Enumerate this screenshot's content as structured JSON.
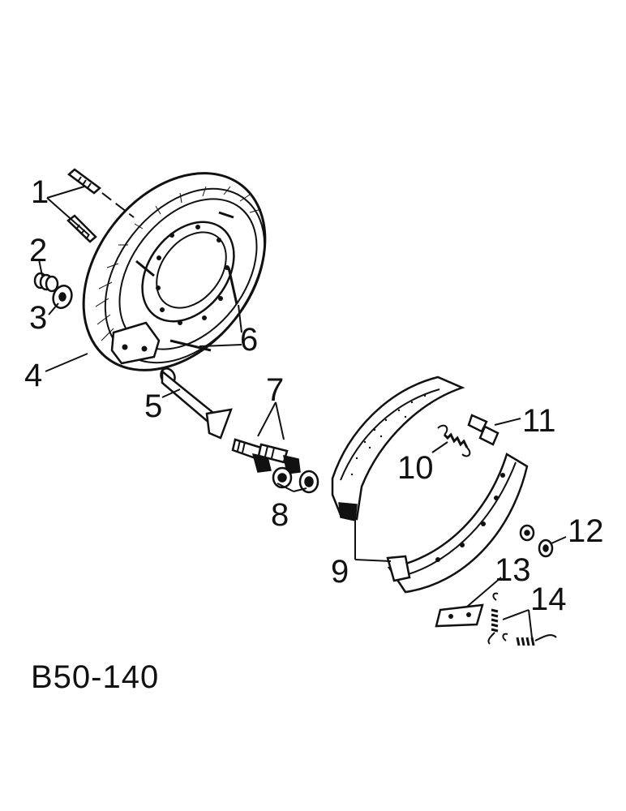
{
  "diagram": {
    "figure_code": "B50-140",
    "callouts": [
      {
        "id": "1",
        "label": "1"
      },
      {
        "id": "2",
        "label": "2"
      },
      {
        "id": "3",
        "label": "3"
      },
      {
        "id": "4",
        "label": "4"
      },
      {
        "id": "5",
        "label": "5"
      },
      {
        "id": "6",
        "label": "6"
      },
      {
        "id": "7",
        "label": "7"
      },
      {
        "id": "8",
        "label": "8"
      },
      {
        "id": "9",
        "label": "9"
      },
      {
        "id": "10",
        "label": "10"
      },
      {
        "id": "11",
        "label": "11"
      },
      {
        "id": "12",
        "label": "12"
      },
      {
        "id": "13",
        "label": "13"
      },
      {
        "id": "14",
        "label": "14"
      }
    ]
  }
}
